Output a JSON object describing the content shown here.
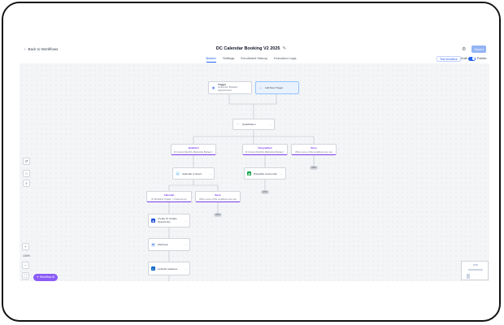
{
  "header": {
    "back_label": "Back to Workflows",
    "title": "DC Calendar Booking V2 2025",
    "save_label": "Saved",
    "test_label": "Test Workflow",
    "draft_label": "Draft",
    "publish_label": "Publish"
  },
  "tabs": [
    {
      "label": "Builder",
      "active": true
    },
    {
      "label": "Settings"
    },
    {
      "label": "Enrollment History"
    },
    {
      "label": "Execution Logs"
    }
  ],
  "canvas": {
    "trigger": {
      "title": "Trigger",
      "subtitle": "Customer Booked Appointment"
    },
    "add_trigger": "Add New Trigger",
    "qualification": "Qualification",
    "branches": [
      {
        "title": "Qualified",
        "desc": "IF Current Monthly Marketing Budget >"
      },
      {
        "title": "Disqualified",
        "desc": "IF Current Monthly Marketing Budget <"
      },
      {
        "title": "None",
        "desc": "When none of the conditions are met"
      }
    ],
    "calendar": "Calendar or Event",
    "disqualify": "Disqualify Lead email",
    "sub_branches": [
      {
        "title": "Calendar",
        "desc": "IF Workflow Trigger > Customer bo"
      },
      {
        "title": "None",
        "desc": "When none of the conditions are met"
      }
    ],
    "steps": [
      "Create Or Update Opportunity",
      "Webhook",
      "LinkedIn audience"
    ],
    "end_label": "END",
    "end_count": 3
  },
  "zoom": {
    "in": "+",
    "level": "100%",
    "out": "−",
    "fit": "⛶"
  },
  "tools": [
    "history-icon",
    "comment-icon",
    "search-icon"
  ],
  "ai_button": "Workflow AI"
}
